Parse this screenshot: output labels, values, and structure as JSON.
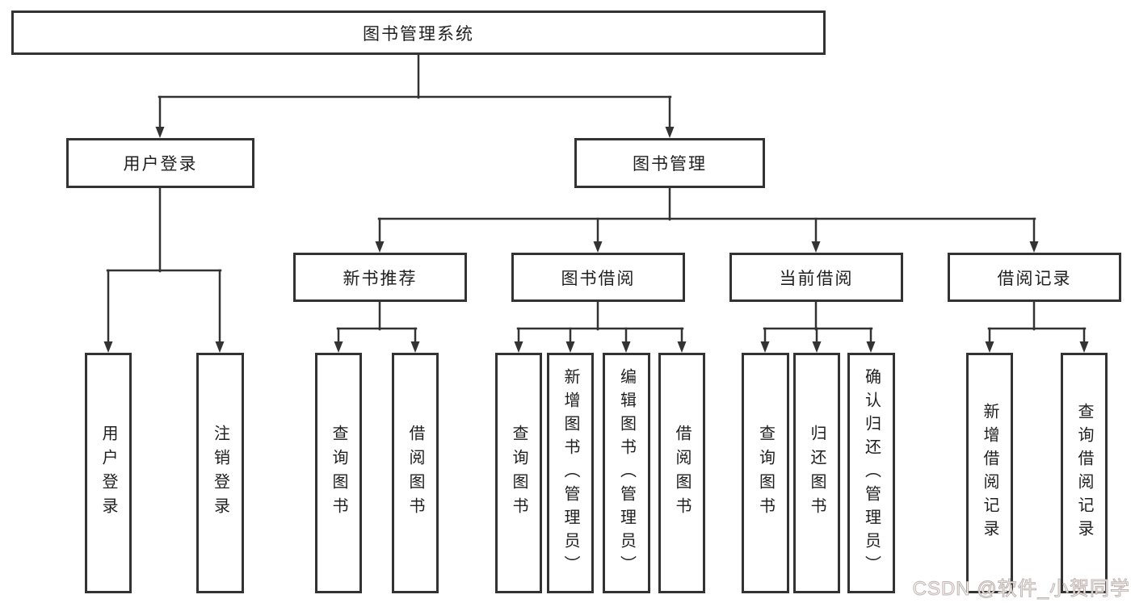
{
  "diagram_type": "function-structure-tree",
  "tree": {
    "root": {
      "label": "图书管理系统",
      "children": [
        {
          "label": "用户登录",
          "children": [
            {
              "label": "用户登录"
            },
            {
              "label": "注销登录"
            }
          ]
        },
        {
          "label": "图书管理",
          "children": [
            {
              "label": "新书推荐",
              "children": [
                {
                  "label": "查询图书"
                },
                {
                  "label": "借阅图书"
                }
              ]
            },
            {
              "label": "图书借阅",
              "children": [
                {
                  "label": "查询图书"
                },
                {
                  "label": "新增图书（管理员）"
                },
                {
                  "label": "编辑图书（管理员）"
                },
                {
                  "label": "借阅图书"
                }
              ]
            },
            {
              "label": "当前借阅",
              "children": [
                {
                  "label": "查询图书"
                },
                {
                  "label": "归还图书"
                },
                {
                  "label": "确认归还（管理员）"
                }
              ]
            },
            {
              "label": "借阅记录",
              "children": [
                {
                  "label": "新增借阅记录"
                },
                {
                  "label": "查询借阅记录"
                }
              ]
            }
          ]
        }
      ]
    }
  },
  "watermark": {
    "text": "CSDN @软件_小贺同学"
  },
  "colors": {
    "line": "#333333",
    "box_border": "#333333",
    "text": "#1f1f1f",
    "background": "#ffffff",
    "watermark_outline": "#b9acaa"
  }
}
